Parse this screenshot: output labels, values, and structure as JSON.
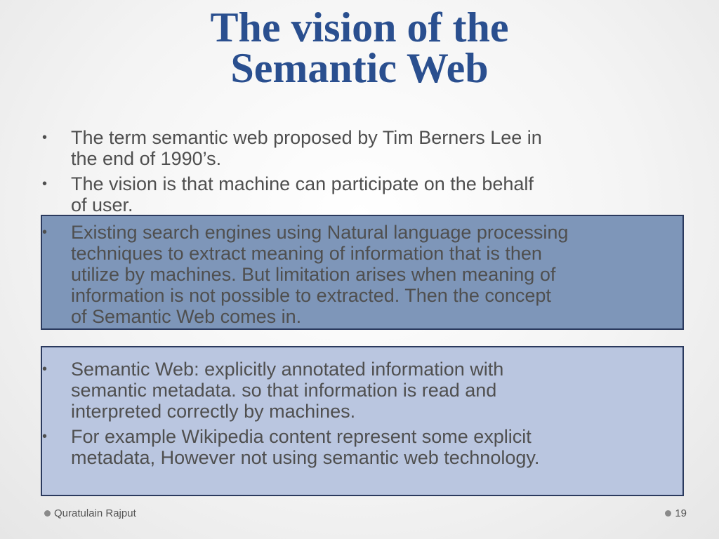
{
  "title": {
    "line1": "The vision of the",
    "line2": "Semantic Web"
  },
  "bullets_top": [
    {
      "lines": [
        "The term semantic web proposed by Tim Berners Lee in",
        "the end of 1990’s."
      ]
    },
    {
      "lines": [
        "The vision is that machine can participate on the behalf",
        "of user."
      ]
    }
  ],
  "bullets_mid": [
    {
      "lines": [
        "Existing search engines using Natural language processing",
        "techniques to extract meaning of information that is then",
        "utilize by machines. But limitation arises when meaning of",
        "information is not possible to extracted. Then the concept",
        "of Semantic Web comes in."
      ]
    }
  ],
  "bullets_bot": [
    {
      "lines": [
        "Semantic Web: explicitly annotated information with",
        "semantic metadata. so that information is read and",
        "interpreted correctly by machines."
      ]
    },
    {
      "lines": [
        "For example Wikipedia content represent some explicit",
        "metadata, However not using semantic web technology."
      ]
    }
  ],
  "bullet_char": "•",
  "footer": {
    "author": "Quratulain Rajput",
    "page_number": "19"
  },
  "colors": {
    "title": "#2a4f8f",
    "box_dark": "#7e96b9",
    "box_light": "#bac6e0",
    "box_border": "#2b3a5e",
    "text": "#4f4f4f"
  }
}
